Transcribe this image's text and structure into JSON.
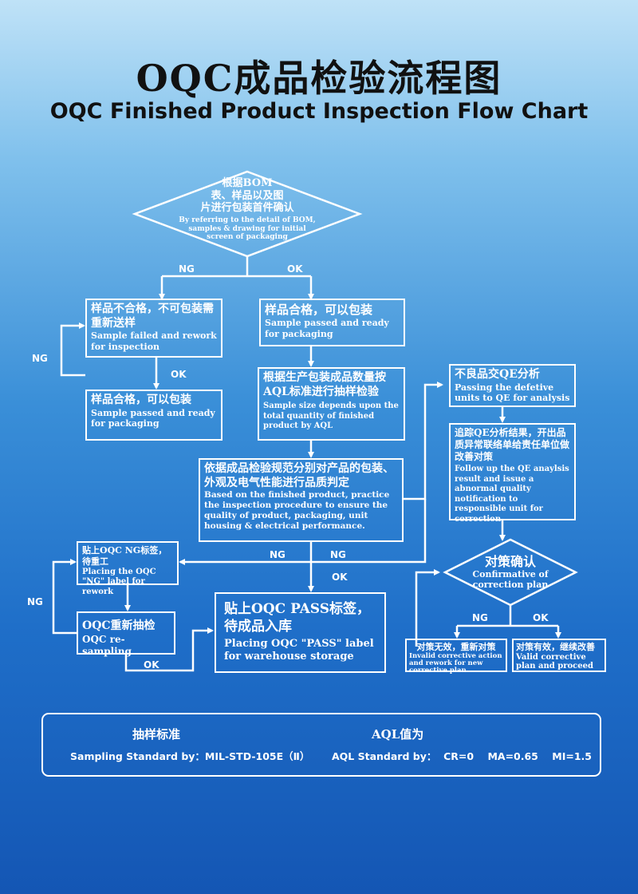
{
  "title": {
    "cn": "OQC成品检验流程图",
    "en": "OQC Finished Product Inspection Flow Chart"
  },
  "nodes": {
    "start": {
      "cn": [
        "根据BOM",
        "表、样品以及图",
        "片进行包装首件确认"
      ],
      "en": [
        "By referring to the detail of BOM,",
        "samples & drawing for initial",
        "screen of packaging"
      ]
    },
    "sample_failed": {
      "cn": "样品不合格，不可包装需重新送样",
      "en": "Sample failed and rework for inspection"
    },
    "sample_passed_left": {
      "cn": "样品合格，可以包装",
      "en": "Sample passed and ready for packaging"
    },
    "sample_passed": {
      "cn": "样品合格，可以包装",
      "en": "Sample passed and ready for packaging"
    },
    "aql_sampling": {
      "cn": "根据生产包装成品数量按AQL标准进行抽样检验",
      "en": "Sample size depends upon the total quantity of finished product by AQL"
    },
    "quality_judge": {
      "cn": "依据成品检验规范分别对产品的包装、外观及电气性能进行品质判定",
      "en": "Based on the finished product, practice the inspection procedure to ensure the quality of product, packaging, unit housing & electrical performance."
    },
    "ng_label": {
      "cn": "贴上OQC NG标签，待重工",
      "en": "Placing the OQC \"NG\" label for rework"
    },
    "resampling": {
      "cn": "OQC重新抽检",
      "en": "OQC re-sampling"
    },
    "pass_storage": {
      "cn": "贴上OQC PASS标签，待成品入库",
      "en": "Placing OQC \"PASS\" label for warehouse storage"
    },
    "qe_analysis": {
      "cn": "不良品交QE分析",
      "en": "Passing the defetive units to QE for analysis"
    },
    "qe_followup": {
      "cn": "追踪QE分析结果，开出品质异常联络单给责任单位做改善对策",
      "en": "Follow up the QE anaylsis result and issue a abnormal quality notification to responsible unit for correction"
    },
    "confirm": {
      "cn": "对策确认",
      "en": [
        "Confirmative of",
        "correction plan"
      ]
    },
    "invalid": {
      "cn": "对策无效，重新对策",
      "en": "Invalid corrective action and rework for new corrective plan"
    },
    "valid": {
      "cn": "对策有效，继续改善",
      "en": "Valid corrective plan and proceed"
    }
  },
  "labels": {
    "ng": "NG",
    "ok": "OK"
  },
  "footer": {
    "sampling_cn": "抽样标准",
    "sampling_en": "Sampling Standard by：MIL-STD-105E（Ⅱ）",
    "aql_cn": "AQL值为",
    "aql_en": "AQL Standard by：  CR=0    MA=0.65    MI=1.5"
  },
  "colors": {
    "line": "#ffffff",
    "title": "#111111"
  }
}
